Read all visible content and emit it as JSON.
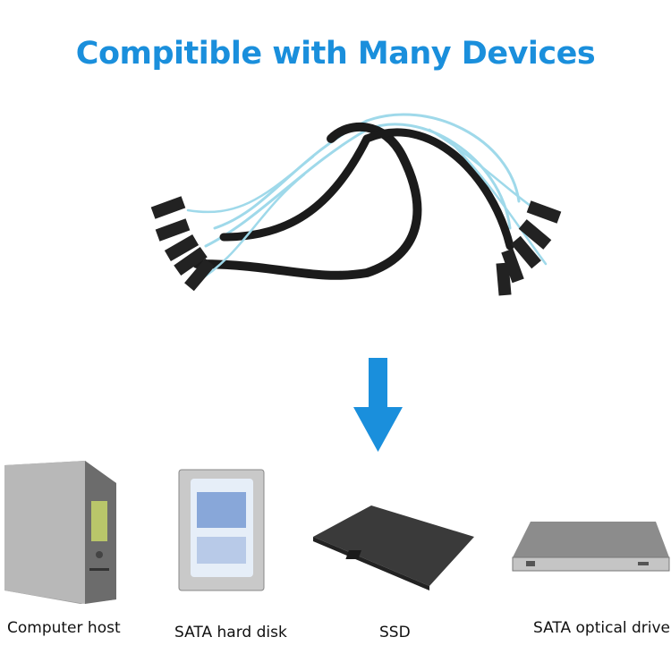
{
  "title": "Compitible with Many Devices",
  "colors": {
    "title": "#1a8fdc",
    "arrow": "#1a8fdc",
    "cable_wire": "#9fd9ea",
    "sleeve": "#1b1b1b"
  },
  "icons": [
    "sata-cable-image",
    "down-arrow-icon",
    "computer-host-image",
    "hard-disk-image",
    "ssd-image",
    "optical-drive-image"
  ],
  "devices": [
    {
      "label": "Computer host"
    },
    {
      "label": "SATA hard disk"
    },
    {
      "label": "SSD"
    },
    {
      "label": "SATA optical drive"
    }
  ]
}
